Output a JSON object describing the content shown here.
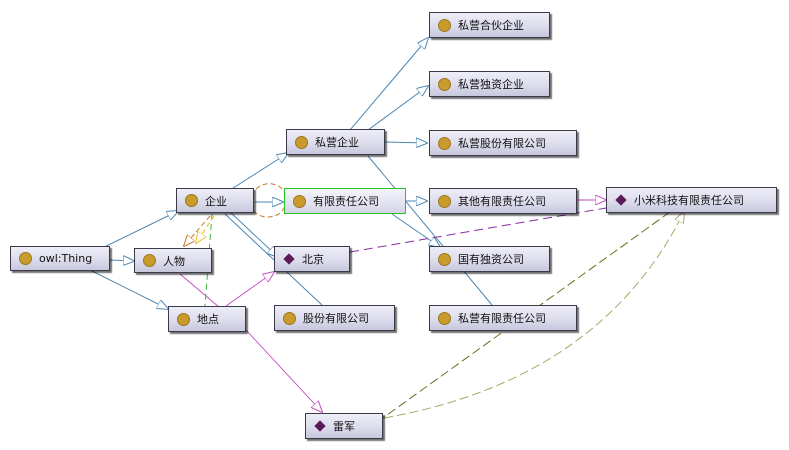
{
  "diagram": {
    "colors": {
      "subclass_edge": "#4a86b4",
      "individual_type_edge": "#c34ac3",
      "property_edge_purple": "#8a2ca0",
      "property_edge_olive": "#6d6d1d",
      "property_edge_khaki": "#a9a96a",
      "property_edge_green": "#3cb43c",
      "property_edge_orange": "#c27a2a",
      "property_edge_yellow": "#e6c219",
      "class_dot": "#c89b2c",
      "individual_diamond": "#5a1a5a",
      "selected_border": "#27c327"
    },
    "nodes": {
      "owl_thing": "owl:Thing",
      "qiye": "企业",
      "renwu": "人物",
      "didian": "地点",
      "siying_qiye": "私营企业",
      "youxian_zeren": "有限责任公司",
      "gufen_youxian": "股份有限公司",
      "siying_hehuo": "私营合伙企业",
      "siying_duzi": "私营独资企业",
      "siying_gufen": "私营股份有限公司",
      "qita_youxian": "其他有限责任公司",
      "guoyou_duzi": "国有独资公司",
      "siying_youxian": "私营有限责任公司",
      "beijing": "北京",
      "xiaomi": "小米科技有限责任公司",
      "leijun": "雷军"
    }
  }
}
